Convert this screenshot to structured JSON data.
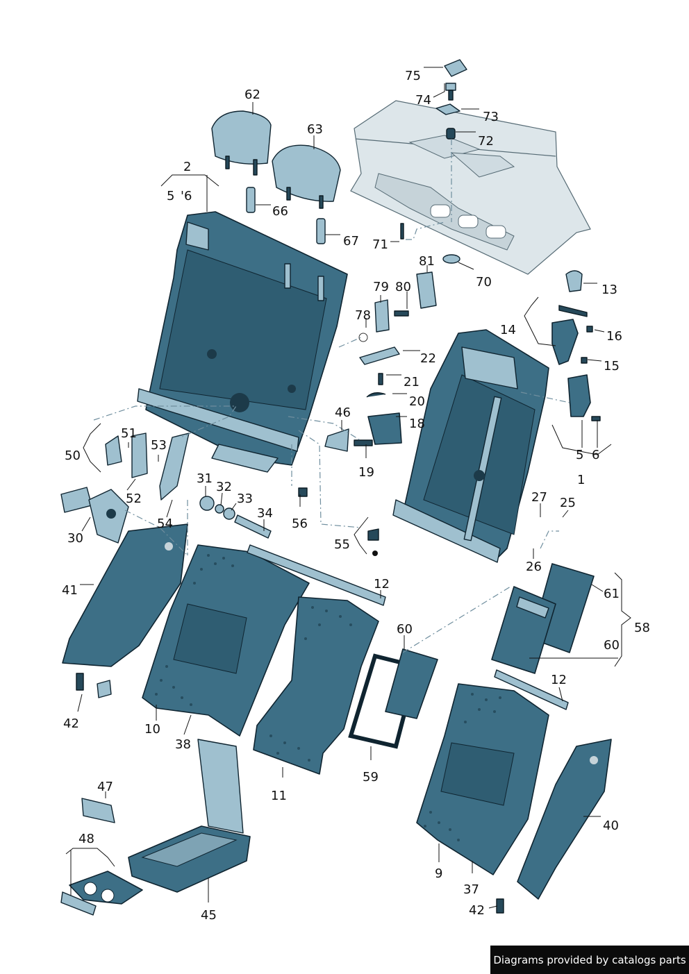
{
  "callouts": [
    "75",
    "74",
    "73",
    "72",
    "62",
    "63",
    "2",
    "5",
    "'6",
    "66",
    "67",
    "71",
    "70",
    "81",
    "80",
    "79",
    "78",
    "13",
    "14",
    "16",
    "15",
    "22",
    "21",
    "20",
    "18",
    "19",
    "46",
    "56",
    "55",
    "5",
    "6",
    "1",
    "50",
    "51",
    "53",
    "52",
    "30",
    "54",
    "31",
    "32",
    "33",
    "34",
    "27",
    "25",
    "26",
    "12",
    "41",
    "42",
    "10",
    "38",
    "11",
    "60",
    "59",
    "61",
    "58",
    "60",
    "12",
    "47",
    "48",
    "45",
    "9",
    "37",
    "40",
    "42"
  ],
  "footer": "Diagrams provided by catalogs parts"
}
